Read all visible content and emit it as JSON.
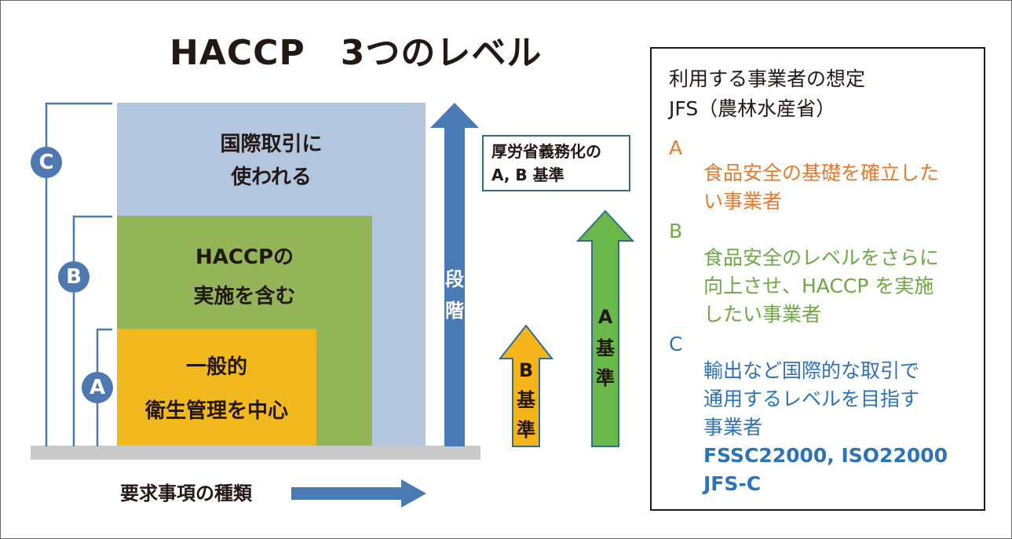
{
  "title": "HACCP　3つのレベル",
  "levels": {
    "c": {
      "marker": "C",
      "line1": "国際取引に",
      "line2": "使われる",
      "color": "#b3c6e0"
    },
    "b": {
      "marker": "B",
      "line1": "HACCPの",
      "line2": "実施を含む",
      "color": "#93b558"
    },
    "a": {
      "marker": "A",
      "line1": "一般的",
      "line2": "衛生管理を中心",
      "color": "#f2b91e"
    }
  },
  "bracket_color": "#4e78b2",
  "axis_label": "要求事項の種類",
  "stage_arrow": {
    "char1": "段",
    "char2": "階",
    "color": "#4a7ab5"
  },
  "mhlw_box": {
    "line1": "厚労省義務化の",
    "line2": "A, B 基準"
  },
  "b_arrow": {
    "char1": "B",
    "char2": "基",
    "char3": "準",
    "color": "#f5b41a"
  },
  "a_arrow": {
    "char1": "A",
    "char2": "基",
    "char3": "準",
    "color": "#6ab84a"
  },
  "right_box": {
    "heading1": "利用する事業者の想定",
    "heading2": "JFS（農林水産省）",
    "a_label": "A",
    "a_lines": [
      "食品安全の基礎を確立した",
      "い事業者"
    ],
    "b_label": "B",
    "b_lines": [
      "食品安全のレベルをさらに",
      "向上させ、HACCP を実施",
      "したい事業者"
    ],
    "c_label": "C",
    "c_lines": [
      "輸出など国際的な取引で",
      "通用するレベルを目指す",
      "事業者",
      "FSSC22000, ISO22000",
      "JFS-C"
    ],
    "a_color": "#e8792b",
    "b_color": "#6ea843",
    "c_color": "#2e73b8"
  }
}
